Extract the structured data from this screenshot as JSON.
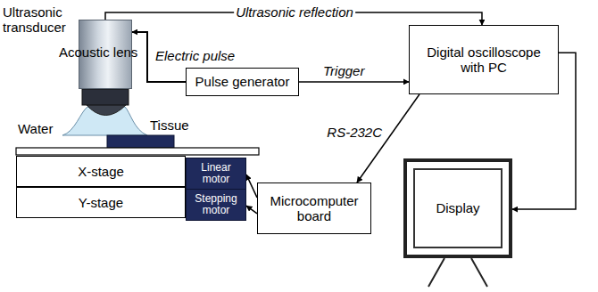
{
  "diagram": {
    "nodes": [
      {
        "text": [
          "Ultrasonic transducer"
        ]
      },
      {
        "text": [
          "Pulse generator"
        ]
      },
      {
        "text": [
          "Digital oscilloscope with PC"
        ]
      },
      {
        "text": [
          "X-stage"
        ]
      },
      {
        "text": [
          "Y-stage"
        ]
      },
      {
        "text": [
          "Linear motor"
        ]
      },
      {
        "text": [
          "Stepping motor"
        ]
      },
      {
        "text": [
          "Microcomputer board"
        ]
      },
      {
        "text": [
          "Display"
        ]
      }
    ],
    "edges": [
      {
        "from": 0,
        "to": 2,
        "label": "Ultrasonic reflection",
        "arrow": "to"
      },
      {
        "from": 1,
        "to": 0,
        "label": "Electric pulse",
        "arrow": "to"
      },
      {
        "from": 1,
        "to": 2,
        "label": "Trigger",
        "arrow": "to"
      },
      {
        "from": 2,
        "to": 7,
        "label": "RS-232C",
        "arrow": "to"
      },
      {
        "from": 2,
        "to": 8,
        "arrow": "to"
      },
      {
        "from": 7,
        "to": 5,
        "arrow": "to"
      },
      {
        "from": 7,
        "to": 6,
        "arrow": "to"
      }
    ],
    "labels": [
      "Acoustic lens",
      "Water",
      "Tissue"
    ]
  }
}
